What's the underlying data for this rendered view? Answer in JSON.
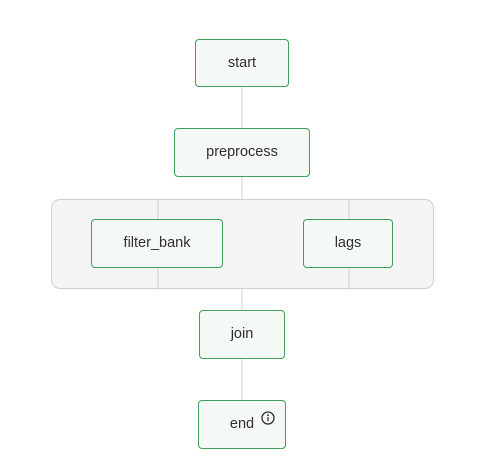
{
  "diagram": {
    "nodes": {
      "start": {
        "label": "start"
      },
      "preprocess": {
        "label": "preprocess"
      },
      "filter_bank": {
        "label": "filter_bank"
      },
      "lags": {
        "label": "lags"
      },
      "join": {
        "label": "join"
      },
      "end": {
        "label": "end",
        "icon": "info-icon"
      }
    },
    "edges": [
      [
        "start",
        "preprocess"
      ],
      [
        "preprocess",
        "filter_bank"
      ],
      [
        "preprocess",
        "lags"
      ],
      [
        "filter_bank",
        "join"
      ],
      [
        "lags",
        "join"
      ],
      [
        "join",
        "end"
      ]
    ],
    "parallel_group": [
      "filter_bank",
      "lags"
    ],
    "colors": {
      "node_border": "#3f9e57",
      "node_fill": "#f4f9f5",
      "group_fill": "#f5f5f5",
      "group_border": "#cfcfcf",
      "edge": "#d0d0d0",
      "text": "#2f2f2f"
    }
  }
}
